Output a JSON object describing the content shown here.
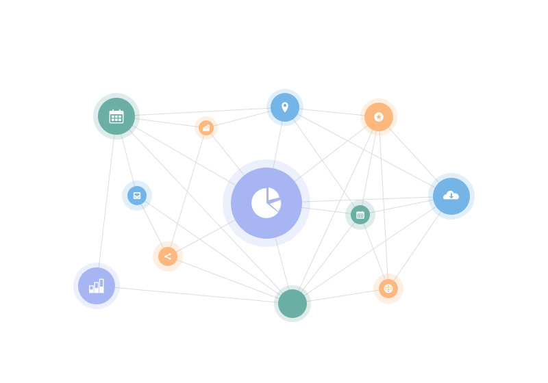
{
  "graph": {
    "palette": {
      "teal": "#6aaea4",
      "blue": "#74b4e6",
      "orange": "#fcb87e",
      "lavender": "#a7b6f2",
      "edge": "#dcdcdc",
      "icon": "#ffffff"
    },
    "nodes": [
      {
        "id": "hub",
        "name": "hub-node",
        "icon": "pie-chart-icon",
        "color": "lavender",
        "size": "xl"
      },
      {
        "id": "cal-tl",
        "name": "calendar-node-large",
        "icon": "calendar-icon",
        "color": "teal",
        "size": "lg"
      },
      {
        "id": "pin",
        "name": "location-node",
        "icon": "map-pin-icon",
        "color": "blue",
        "size": "md"
      },
      {
        "id": "badge",
        "name": "star-badge-node",
        "icon": "star-badge-icon",
        "color": "orange",
        "size": "md"
      },
      {
        "id": "cloud",
        "name": "cloud-download-node",
        "icon": "cloud-download-icon",
        "color": "blue",
        "size": "lg"
      },
      {
        "id": "chart-sm",
        "name": "bar-chart-node-small",
        "icon": "bar-chart-icon",
        "color": "orange",
        "size": "xs"
      },
      {
        "id": "inbox",
        "name": "inbox-node",
        "icon": "inbox-icon",
        "color": "blue",
        "size": "sm"
      },
      {
        "id": "share",
        "name": "share-node",
        "icon": "share-icon",
        "color": "orange",
        "size": "sm"
      },
      {
        "id": "bars",
        "name": "bar-chart-node-large",
        "icon": "bar-chart-icon",
        "color": "lavender",
        "size": "lg"
      },
      {
        "id": "cal-mid",
        "name": "calendar-node-small",
        "icon": "calendar-icon",
        "color": "teal",
        "size": "sm"
      },
      {
        "id": "globe",
        "name": "globe-node",
        "icon": "globe-icon",
        "color": "orange",
        "size": "sm"
      },
      {
        "id": "bottom",
        "name": "plain-node",
        "icon": "none",
        "color": "teal",
        "size": "md"
      }
    ],
    "edges": [
      [
        "cal-tl",
        "pin"
      ],
      [
        "cal-tl",
        "chart-sm"
      ],
      [
        "cal-tl",
        "inbox"
      ],
      [
        "cal-tl",
        "hub"
      ],
      [
        "cal-tl",
        "bottom"
      ],
      [
        "cal-tl",
        "bars"
      ],
      [
        "pin",
        "chart-sm"
      ],
      [
        "pin",
        "badge"
      ],
      [
        "pin",
        "hub"
      ],
      [
        "pin",
        "cal-mid"
      ],
      [
        "pin",
        "cloud"
      ],
      [
        "chart-sm",
        "share"
      ],
      [
        "chart-sm",
        "hub"
      ],
      [
        "badge",
        "hub"
      ],
      [
        "badge",
        "cal-mid"
      ],
      [
        "badge",
        "cloud"
      ],
      [
        "badge",
        "globe"
      ],
      [
        "badge",
        "bottom"
      ],
      [
        "hub",
        "cloud"
      ],
      [
        "hub",
        "cal-mid"
      ],
      [
        "hub",
        "share"
      ],
      [
        "hub",
        "bottom"
      ],
      [
        "inbox",
        "share"
      ],
      [
        "inbox",
        "bottom"
      ],
      [
        "share",
        "bottom"
      ],
      [
        "cloud",
        "cal-mid"
      ],
      [
        "cloud",
        "globe"
      ],
      [
        "cloud",
        "bottom"
      ],
      [
        "cal-mid",
        "bottom"
      ],
      [
        "cal-mid",
        "globe"
      ],
      [
        "bars",
        "bottom"
      ],
      [
        "globe",
        "bottom"
      ]
    ]
  }
}
